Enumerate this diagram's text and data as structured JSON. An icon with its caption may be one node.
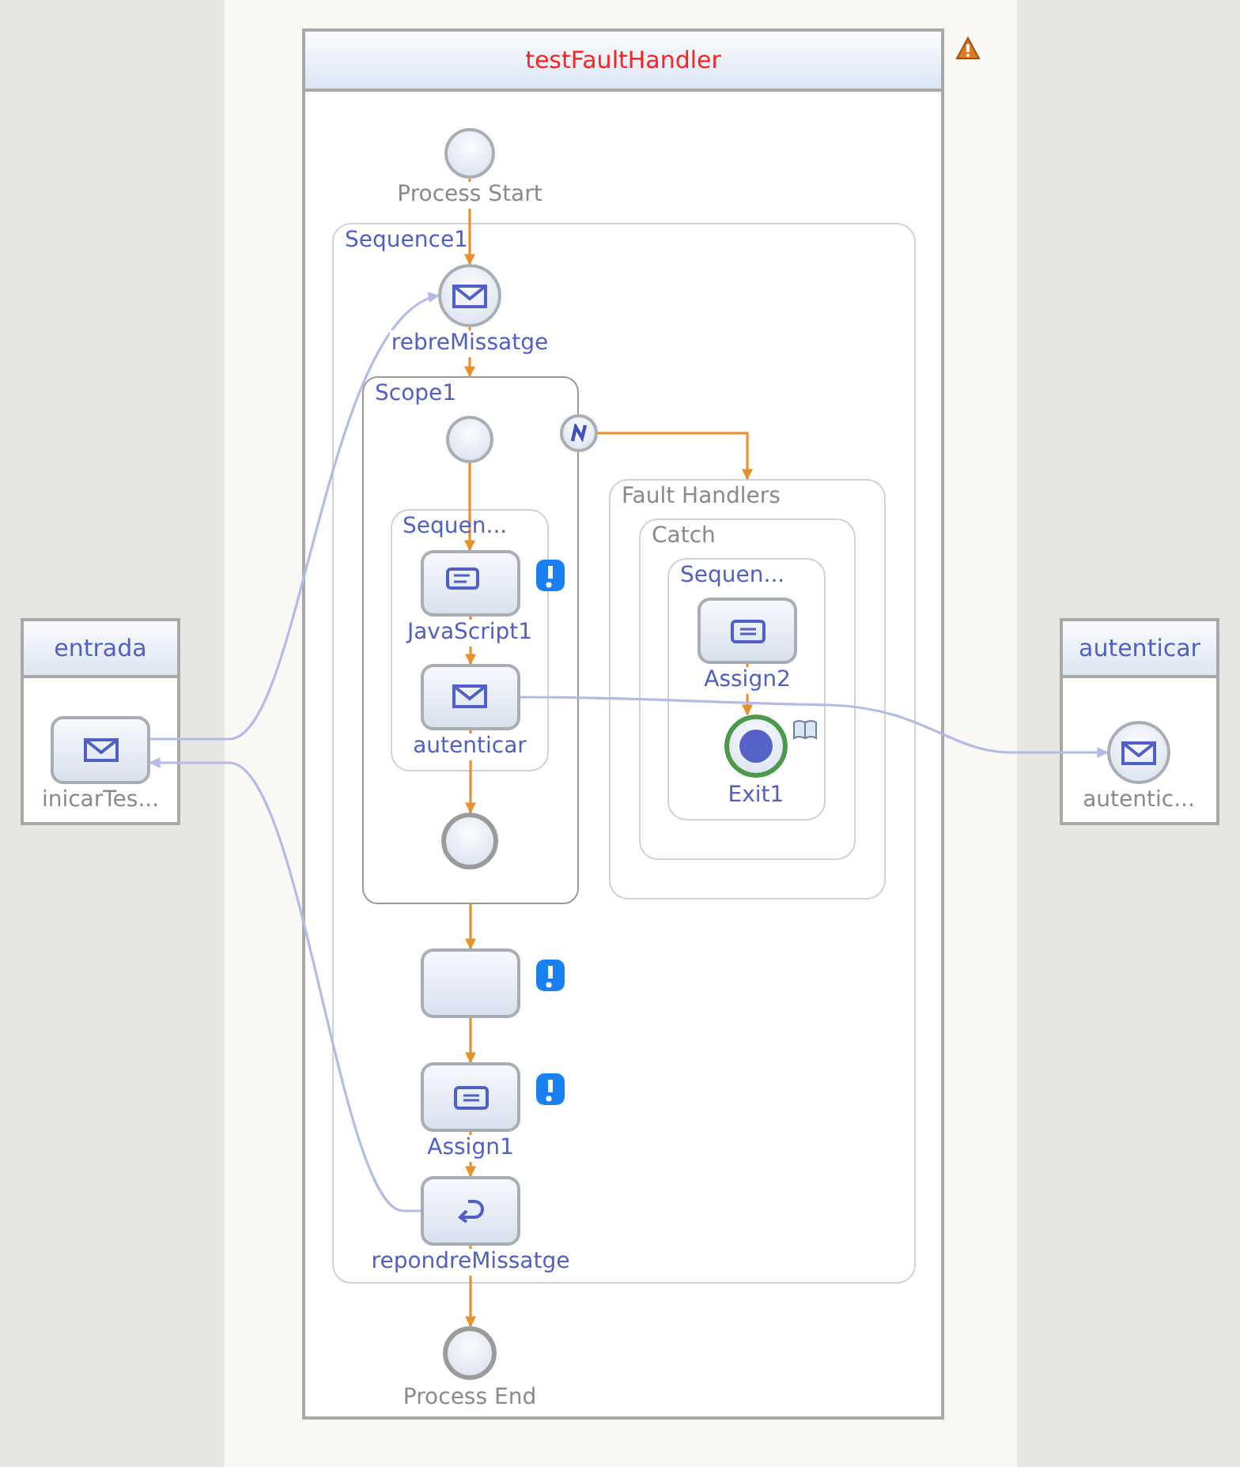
{
  "diagram": {
    "nodes": [
      {
        "text": [
          "testFaultHandler"
        ]
      },
      {
        "text": [
          "Process Start"
        ],
        "in": 0
      },
      {
        "text": [
          "Sequence1"
        ],
        "in": 0
      },
      {
        "text": [
          "rebreMissatge"
        ],
        "in": 2
      },
      {
        "text": [
          "Scope1"
        ],
        "in": 2
      },
      {
        "text": [],
        "shape": "circle",
        "in": 4
      },
      {
        "text": [
          "Sequen..."
        ],
        "in": 4
      },
      {
        "text": [
          "JavaScript1"
        ],
        "in": 6
      },
      {
        "text": [
          "autenticar"
        ],
        "in": 6
      },
      {
        "text": [],
        "shape": "circle",
        "in": 4
      },
      {
        "text": [],
        "shape": "circle",
        "in": 2
      },
      {
        "text": [
          "Fault Handlers"
        ],
        "in": 2
      },
      {
        "text": [
          "Catch"
        ],
        "in": 11
      },
      {
        "text": [
          "Sequen..."
        ],
        "in": 12
      },
      {
        "text": [
          "Assign2"
        ],
        "in": 13
      },
      {
        "text": [
          "Exit1"
        ],
        "in": 13
      },
      {
        "text": [],
        "shape": "box",
        "in": 2
      },
      {
        "text": [
          "Assign1"
        ],
        "in": 2
      },
      {
        "text": [
          "repondreMissatge"
        ],
        "in": 2
      },
      {
        "text": [
          "Process End"
        ],
        "in": 0
      },
      {
        "text": [
          "entrada"
        ]
      },
      {
        "text": [
          "inicarTes..."
        ],
        "in": 20
      },
      {
        "text": [
          "autenticar"
        ]
      },
      {
        "text": [
          "autentic..."
        ],
        "in": 22
      }
    ],
    "edges": [
      {
        "from": 1,
        "to": 3,
        "arrow": "to"
      },
      {
        "from": 3,
        "to": 4,
        "arrow": "to"
      },
      {
        "from": 5,
        "to": 7,
        "arrow": "to"
      },
      {
        "from": 7,
        "to": 8,
        "arrow": "to"
      },
      {
        "from": 8,
        "to": 9,
        "arrow": "to"
      },
      {
        "from": 10,
        "to": 11,
        "arrow": "to"
      },
      {
        "from": 14,
        "to": 15,
        "arrow": "to"
      },
      {
        "from": 4,
        "to": 16,
        "arrow": "to"
      },
      {
        "from": 16,
        "to": 17,
        "arrow": "to"
      },
      {
        "from": 17,
        "to": 18,
        "arrow": "to"
      },
      {
        "from": 18,
        "to": 19,
        "arrow": "to"
      },
      {
        "from": 21,
        "to": 3,
        "arrow": "to",
        "color": "#b4bbe6"
      },
      {
        "from": 18,
        "to": 21,
        "arrow": "to",
        "color": "#b4bbe6"
      },
      {
        "from": 8,
        "to": 23,
        "arrow": "to",
        "color": "#b4bbe6"
      }
    ]
  }
}
